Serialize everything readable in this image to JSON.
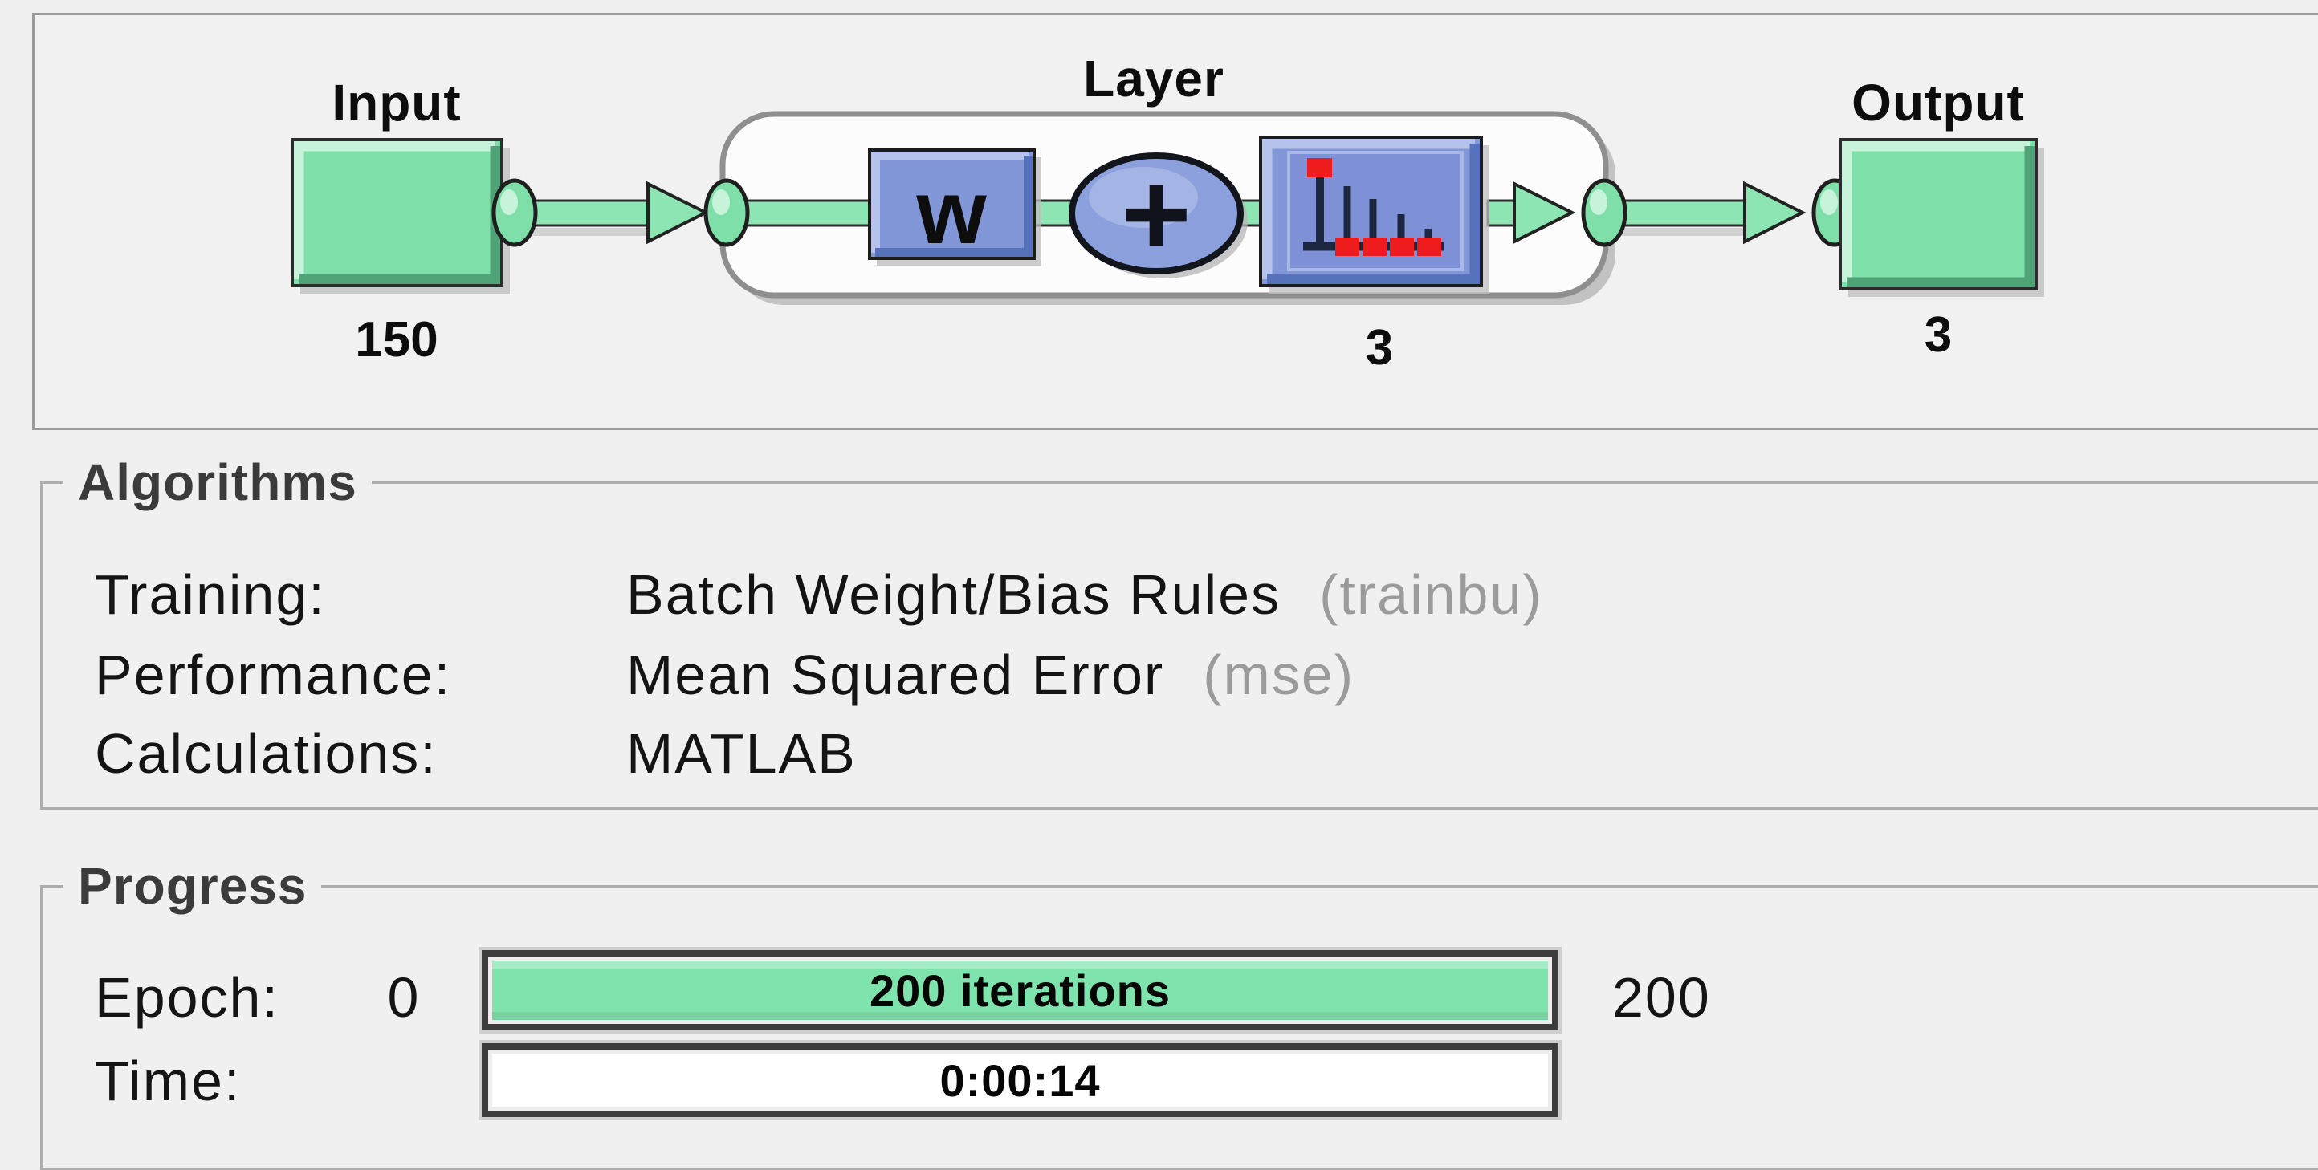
{
  "network_diagram": {
    "input": {
      "label": "Input",
      "size": "150"
    },
    "layer": {
      "label": "Layer",
      "size": "3",
      "weight_symbol": "w",
      "sum_symbol": "+"
    },
    "output": {
      "label": "Output",
      "size": "3"
    },
    "colors": {
      "block_green": "#7ee0a8",
      "block_blue": "#8297d8",
      "connector_green": "#8ce5b2",
      "stem_red": "#ee1c1c",
      "layer_box_fill": "#fcfcfc"
    }
  },
  "algorithms": {
    "title": "Algorithms",
    "rows": [
      {
        "label": "Training:",
        "value": "Batch Weight/Bias Rules",
        "code": "(trainbu)"
      },
      {
        "label": "Performance:",
        "value": "Mean Squared Error",
        "code": "(mse)"
      },
      {
        "label": "Calculations:",
        "value": "MATLAB",
        "code": ""
      }
    ]
  },
  "progress": {
    "title": "Progress",
    "epoch": {
      "label": "Epoch:",
      "current": "0",
      "bar_text": "200 iterations",
      "max": "200"
    },
    "time": {
      "label": "Time:",
      "value": "0:00:14"
    }
  }
}
